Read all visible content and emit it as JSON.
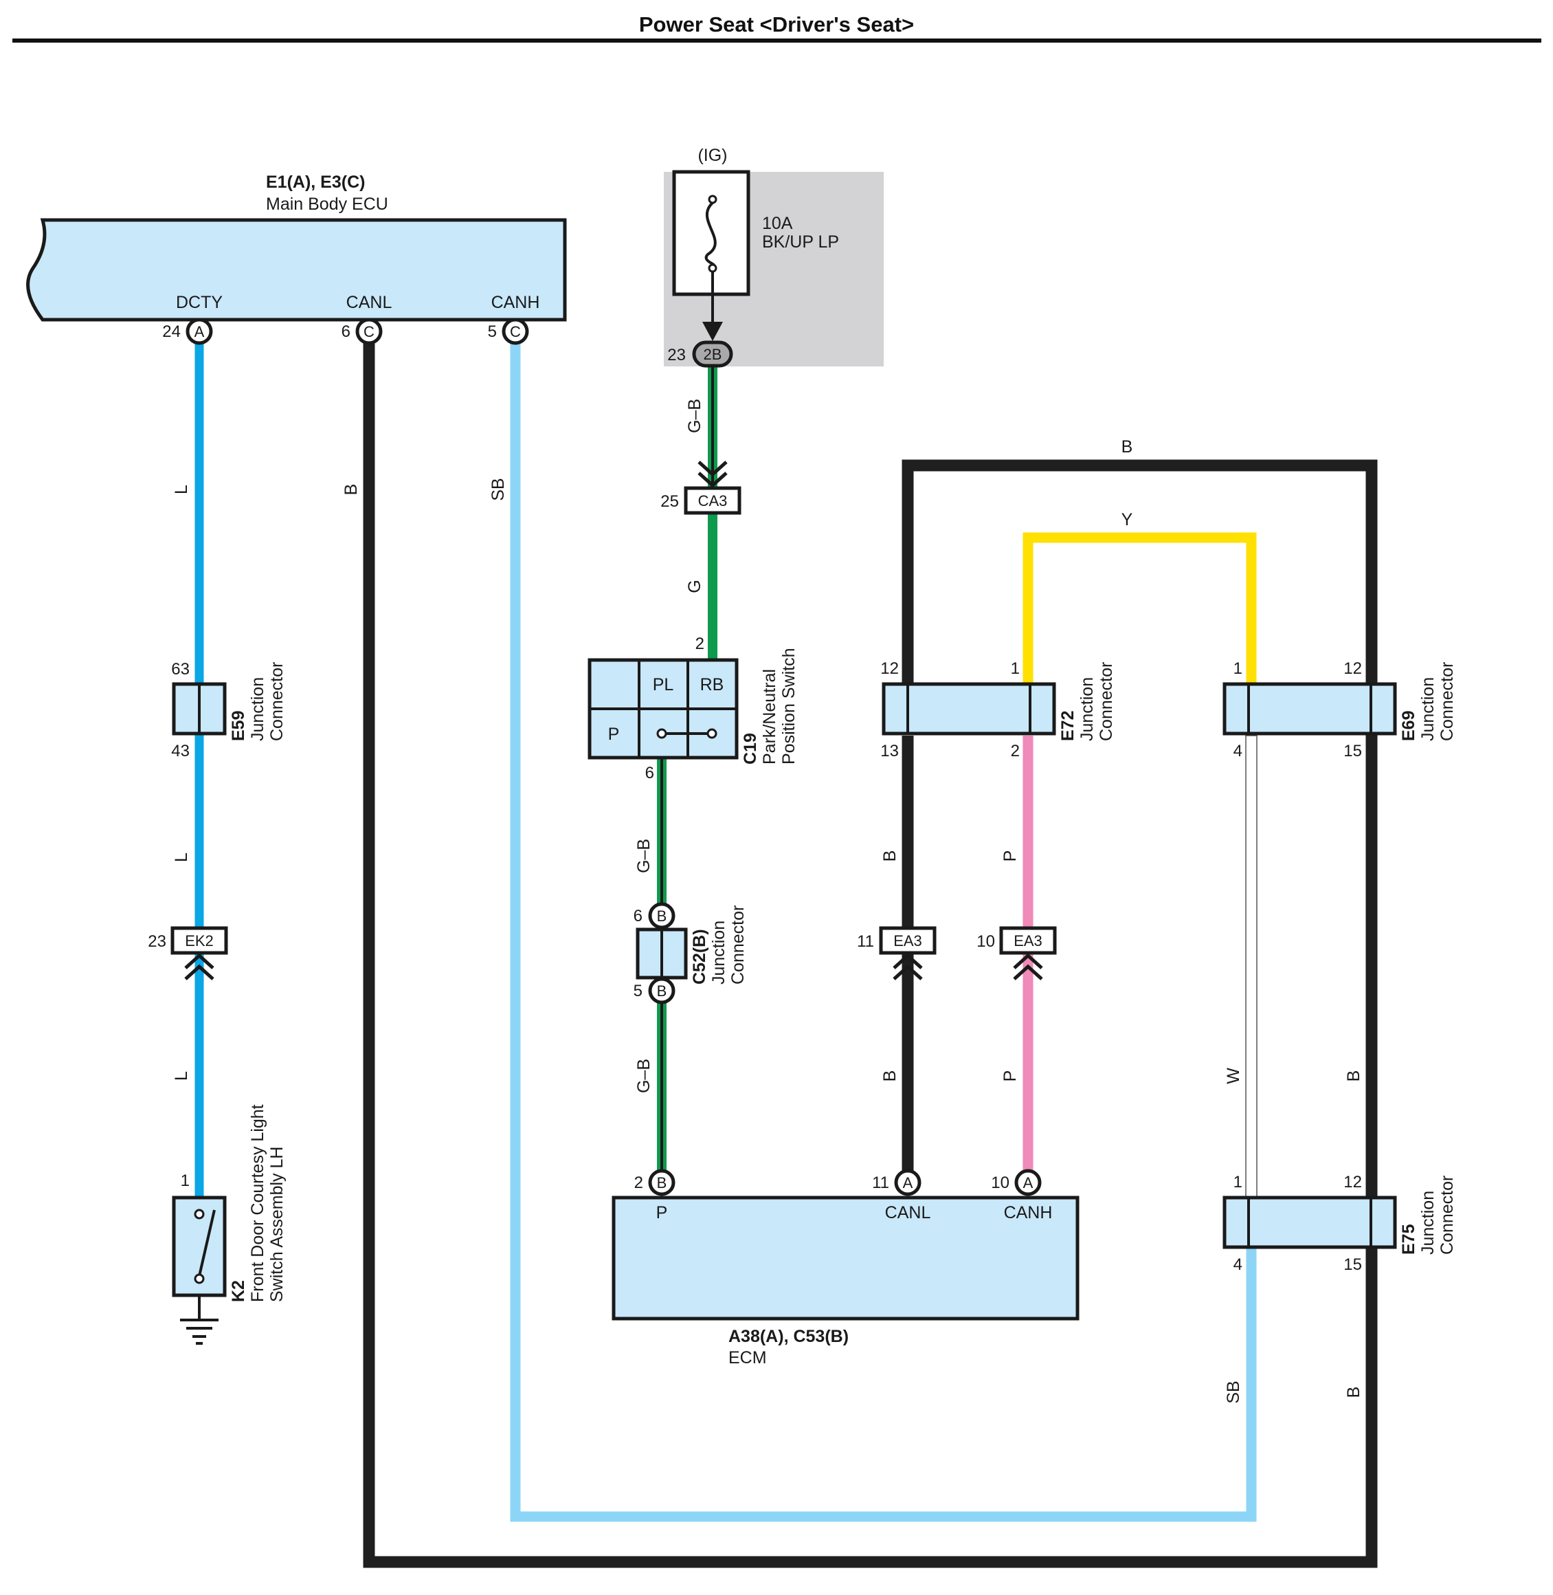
{
  "title": "Power Seat <Driver's Seat>",
  "colors": {
    "L": "#0aa6e6",
    "B": "#1f1f1f",
    "SB": "#8dd5f6",
    "G": "#0f9a4e",
    "Y": "#ffe000",
    "P": "#f08ab8",
    "W": "#ffffff",
    "component_fill": "#c9e8fa",
    "fuse_box_fill": "#d3d3d5"
  },
  "main_body_ecu": {
    "id": "E1(A), E3(C)",
    "name": "Main Body ECU",
    "terminals": [
      {
        "label": "DCTY",
        "pin": "24",
        "conn": "A"
      },
      {
        "label": "CANL",
        "pin": "6",
        "conn": "C"
      },
      {
        "label": "CANH",
        "pin": "5",
        "conn": "C"
      }
    ]
  },
  "fuse": {
    "power": "(IG)",
    "rating": "10A",
    "name": "BK/UP LP",
    "pin": "23",
    "conn": "2B"
  },
  "wires": {
    "dcty_top": "L",
    "dcty_mid": "L",
    "dcty_bot": "L",
    "canl_ecu": "B",
    "canh_ecu": "SB",
    "fuse_out": "G–B",
    "ca3_out": "G",
    "c19_out": "G–B",
    "c52_out": "G–B",
    "b_loop": "B",
    "y_loop": "Y",
    "e72_13": "B",
    "e72_2": "P",
    "ea3_11": "B",
    "ea3_10": "P",
    "e69_4": "W",
    "e69_15": "B",
    "e75_4": "SB",
    "e75_15": "B"
  },
  "connectors": {
    "ca3": {
      "id": "CA3",
      "pin": "25"
    },
    "ek2": {
      "id": "EK2",
      "pin": "23"
    },
    "ea3_canl": {
      "id": "EA3",
      "pin": "11"
    },
    "ea3_canh": {
      "id": "EA3",
      "pin": "10"
    }
  },
  "e59": {
    "id": "E59",
    "name1": "Junction",
    "name2": "Connector",
    "pin_top": "63",
    "pin_bot": "43"
  },
  "c19": {
    "id": "C19",
    "name1": "Park/Neutral",
    "name2": "Position Switch",
    "cells": [
      "PL",
      "RB",
      "P"
    ],
    "pin_top": "2",
    "pin_bot": "6"
  },
  "c52": {
    "id": "C52(B)",
    "name1": "Junction",
    "name2": "Connector",
    "pin_top": "6",
    "pin_bot": "5",
    "conn": "B"
  },
  "e72": {
    "id": "E72",
    "name1": "Junction",
    "name2": "Connector",
    "pins": [
      "12",
      "1",
      "13",
      "2"
    ]
  },
  "e69": {
    "id": "E69",
    "name1": "Junction",
    "name2": "Connector",
    "pins": [
      "1",
      "12",
      "4",
      "15"
    ]
  },
  "e75": {
    "id": "E75",
    "name1": "Junction",
    "name2": "Connector",
    "pins": [
      "1",
      "12",
      "4",
      "15"
    ]
  },
  "k2": {
    "id": "K2",
    "name1": "Front Door Courtesy Light",
    "name2": "Switch Assembly LH",
    "pin": "1"
  },
  "ecm": {
    "id": "A38(A), C53(B)",
    "name": "ECM",
    "terminals": [
      {
        "label": "P",
        "pin": "2",
        "conn": "B"
      },
      {
        "label": "CANL",
        "pin": "11",
        "conn": "A"
      },
      {
        "label": "CANH",
        "pin": "10",
        "conn": "A"
      }
    ]
  }
}
